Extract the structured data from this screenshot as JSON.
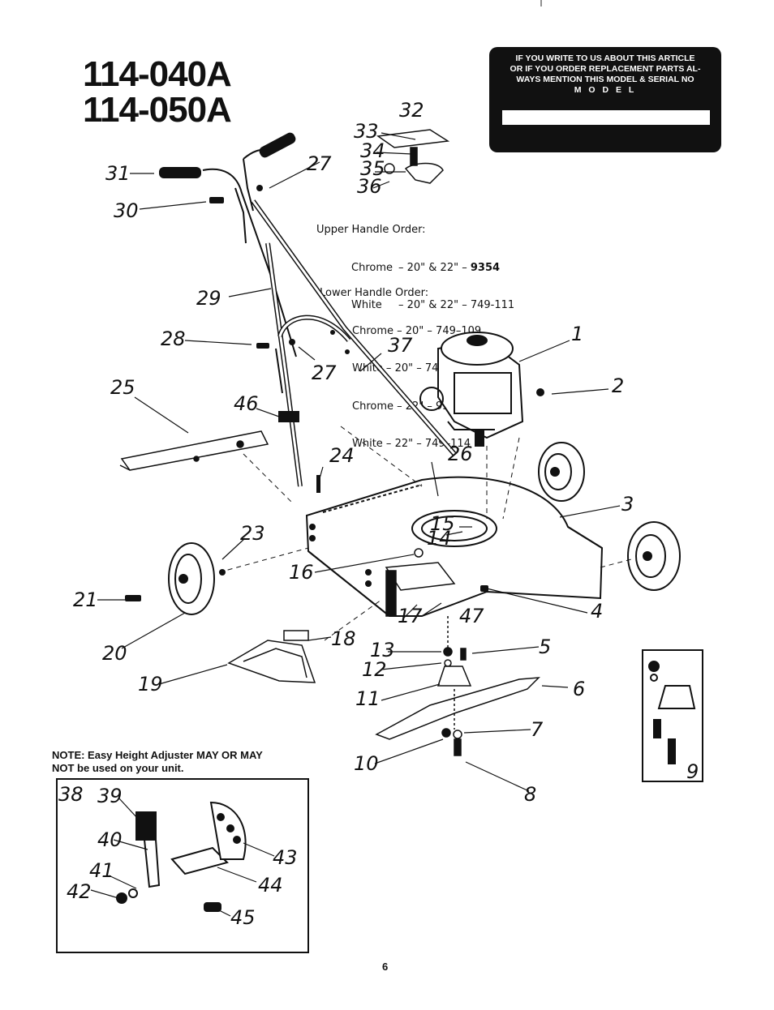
{
  "titles": [
    "114-040A",
    "114-050A"
  ],
  "info_box": {
    "lines": [
      "IF YOU WRITE TO US ABOUT THIS ARTICLE",
      "OR IF YOU ORDER REPLACEMENT PARTS AL-",
      "WAYS MENTION THIS MODEL & SERIAL NO",
      "M O D E L"
    ]
  },
  "upper_handle": {
    "heading": "Upper Handle Order:",
    "rows": [
      {
        "color": "Chrome",
        "size": "– 20\" & 22\" –",
        "part": "9354"
      },
      {
        "color": "White",
        "size": "– 20\" & 22\" –",
        "part": "749-111"
      }
    ]
  },
  "lower_handle": {
    "heading": "Lower Handle Order:",
    "rows": [
      "Chrome – 20\" – 749–109",
      "White – 20\" – 749–110",
      "Chrome – 22\" – 9357",
      "White – 22\" – 749–114"
    ]
  },
  "note": {
    "line1": "NOTE: Easy Height Adjuster MAY OR MAY",
    "line2": "NOT be used on your unit."
  },
  "page_number": "6",
  "callouts": [
    "1",
    "2",
    "3",
    "4",
    "5",
    "6",
    "7",
    "8",
    "9",
    "10",
    "11",
    "12",
    "13",
    "14",
    "15",
    "16",
    "17",
    "18",
    "19",
    "20",
    "21",
    "23",
    "24",
    "25",
    "26",
    "27",
    "27",
    "28",
    "29",
    "30",
    "31",
    "32",
    "33",
    "34",
    "35",
    "36",
    "37",
    "38",
    "39",
    "40",
    "41",
    "42",
    "43",
    "44",
    "45",
    "46",
    "47"
  ]
}
